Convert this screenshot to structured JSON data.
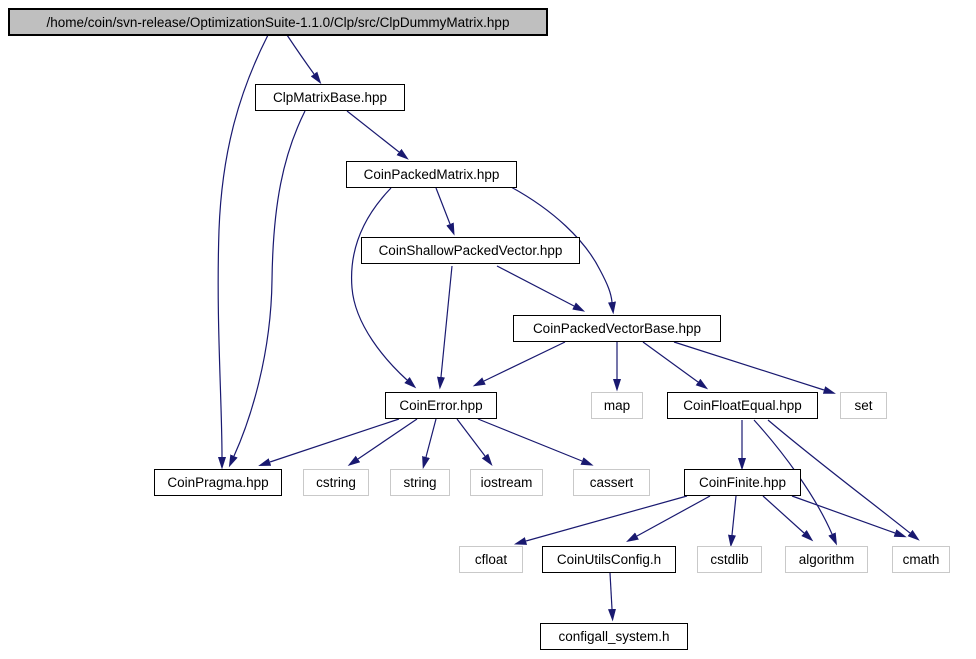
{
  "diagram": {
    "type": "include-dependency-graph",
    "colors": {
      "edge": "#191970",
      "root_fill": "#bfbfbf",
      "project_border": "#000000",
      "system_border": "#c9c9c9",
      "background": "#ffffff"
    },
    "nodes": [
      {
        "id": "root",
        "label": "/home/coin/svn-release/OptimizationSuite-1.1.0/Clp/src/ClpDummyMatrix.hpp",
        "type": "root"
      },
      {
        "id": "clpmatrixbase",
        "label": "ClpMatrixBase.hpp",
        "type": "project"
      },
      {
        "id": "coinpackedmatrix",
        "label": "CoinPackedMatrix.hpp",
        "type": "project"
      },
      {
        "id": "coinshallowpackedvector",
        "label": "CoinShallowPackedVector.hpp",
        "type": "project"
      },
      {
        "id": "coinpackedvectorbase",
        "label": "CoinPackedVectorBase.hpp",
        "type": "project"
      },
      {
        "id": "coinerror",
        "label": "CoinError.hpp",
        "type": "project"
      },
      {
        "id": "map",
        "label": "map",
        "type": "system"
      },
      {
        "id": "coinfloatequal",
        "label": "CoinFloatEqual.hpp",
        "type": "project"
      },
      {
        "id": "set",
        "label": "set",
        "type": "system"
      },
      {
        "id": "coinpragma",
        "label": "CoinPragma.hpp",
        "type": "project"
      },
      {
        "id": "cstring",
        "label": "cstring",
        "type": "system"
      },
      {
        "id": "string",
        "label": "string",
        "type": "system"
      },
      {
        "id": "iostream",
        "label": "iostream",
        "type": "system"
      },
      {
        "id": "cassert",
        "label": "cassert",
        "type": "system"
      },
      {
        "id": "coinfinite",
        "label": "CoinFinite.hpp",
        "type": "project"
      },
      {
        "id": "cfloat",
        "label": "cfloat",
        "type": "system"
      },
      {
        "id": "coinutilsconfig",
        "label": "CoinUtilsConfig.h",
        "type": "project"
      },
      {
        "id": "cstdlib",
        "label": "cstdlib",
        "type": "system"
      },
      {
        "id": "algorithm",
        "label": "algorithm",
        "type": "system"
      },
      {
        "id": "cmath",
        "label": "cmath",
        "type": "system"
      },
      {
        "id": "configallsystem",
        "label": "configall_system.h",
        "type": "project"
      }
    ],
    "edges": [
      {
        "from": "root",
        "to": "clpmatrixbase"
      },
      {
        "from": "root",
        "to": "coinpragma"
      },
      {
        "from": "clpmatrixbase",
        "to": "coinpackedmatrix"
      },
      {
        "from": "clpmatrixbase",
        "to": "coinpragma"
      },
      {
        "from": "coinpackedmatrix",
        "to": "coinshallowpackedvector"
      },
      {
        "from": "coinpackedmatrix",
        "to": "coinerror"
      },
      {
        "from": "coinpackedmatrix",
        "to": "coinpackedvectorbase"
      },
      {
        "from": "coinshallowpackedvector",
        "to": "coinpackedvectorbase"
      },
      {
        "from": "coinshallowpackedvector",
        "to": "coinerror"
      },
      {
        "from": "coinpackedvectorbase",
        "to": "coinerror"
      },
      {
        "from": "coinpackedvectorbase",
        "to": "map"
      },
      {
        "from": "coinpackedvectorbase",
        "to": "coinfloatequal"
      },
      {
        "from": "coinpackedvectorbase",
        "to": "set"
      },
      {
        "from": "coinerror",
        "to": "coinpragma"
      },
      {
        "from": "coinerror",
        "to": "cstring"
      },
      {
        "from": "coinerror",
        "to": "string"
      },
      {
        "from": "coinerror",
        "to": "iostream"
      },
      {
        "from": "coinerror",
        "to": "cassert"
      },
      {
        "from": "coinfloatequal",
        "to": "coinfinite"
      },
      {
        "from": "coinfloatequal",
        "to": "algorithm"
      },
      {
        "from": "coinfloatequal",
        "to": "cmath"
      },
      {
        "from": "coinfinite",
        "to": "cfloat"
      },
      {
        "from": "coinfinite",
        "to": "coinutilsconfig"
      },
      {
        "from": "coinfinite",
        "to": "cstdlib"
      },
      {
        "from": "coinfinite",
        "to": "algorithm"
      },
      {
        "from": "coinfinite",
        "to": "cmath"
      },
      {
        "from": "coinutilsconfig",
        "to": "configallsystem"
      }
    ]
  }
}
